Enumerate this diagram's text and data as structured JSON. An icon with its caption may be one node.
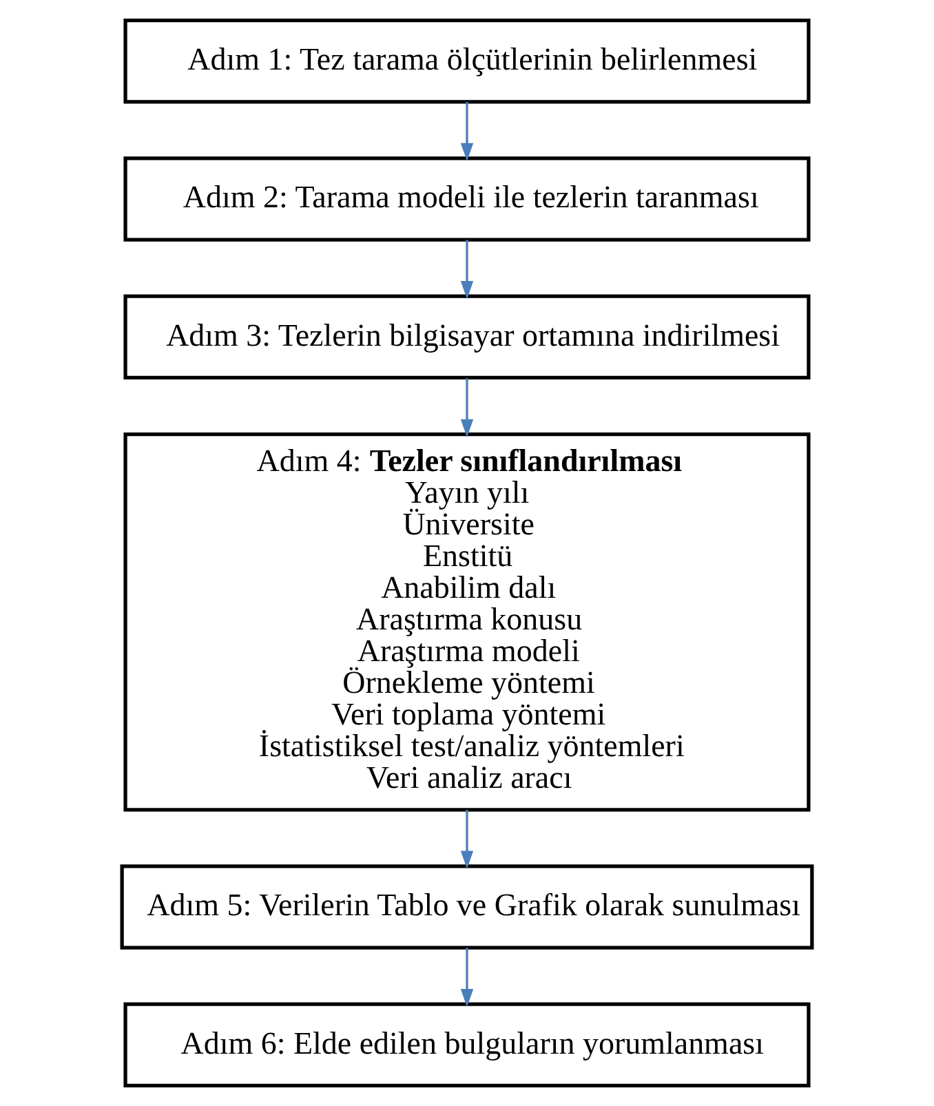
{
  "diagram": {
    "nodes": [
      {
        "text": [
          "Adım 1: Tez tarama ölçütlerinin belirlenmesi"
        ]
      },
      {
        "text": [
          "Adım 2: Tarama modeli ile tezlerin taranması"
        ]
      },
      {
        "text": [
          "Adım 3: Tezlerin bilgisayar ortamına indirilmesi"
        ]
      },
      {
        "text": [
          "Adım 4: **Tezler sınıflandırılması**",
          "Yayın yılı",
          "Üniversite",
          "Enstitü",
          "Anabilim dalı",
          "Araştırma konusu",
          "Araştırma modeli",
          "Örnekleme yöntemi",
          "Veri toplama yöntemi",
          "İstatistiksel test/analiz yöntemleri",
          "Veri analiz aracı"
        ]
      },
      {
        "text": [
          "Adım 5: Verilerin Tablo ve Grafik olarak sunulması"
        ]
      },
      {
        "text": [
          "Adım 6: Elde edilen bulguların yorumlanması"
        ]
      }
    ],
    "edges": [
      {
        "from": 0,
        "to": 1,
        "arrow": "to"
      },
      {
        "from": 1,
        "to": 2,
        "arrow": "to"
      },
      {
        "from": 2,
        "to": 3,
        "arrow": "to"
      },
      {
        "from": 3,
        "to": 4,
        "arrow": "to"
      },
      {
        "from": 4,
        "to": 5,
        "arrow": "to"
      }
    ]
  }
}
